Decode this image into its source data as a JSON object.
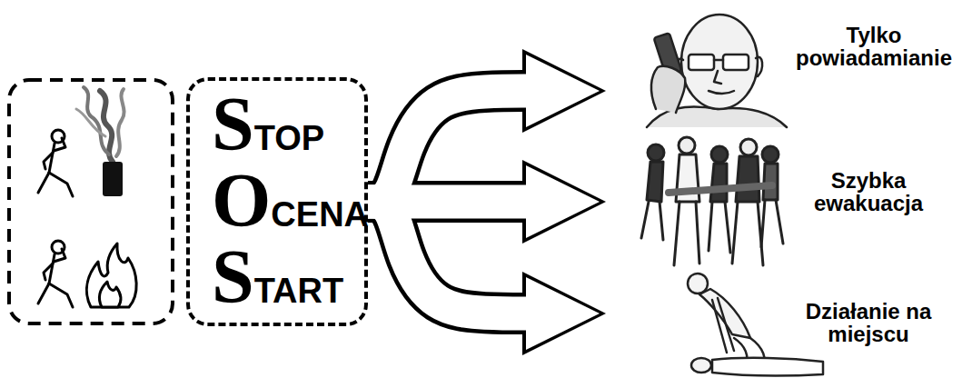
{
  "diagram": {
    "nodes": [
      {
        "text": [
          "STOP",
          "OCENA",
          "START"
        ]
      },
      {
        "text": [
          "Tylko powiadamianie"
        ]
      },
      {
        "text": [
          "Szybka ewakuacja"
        ]
      },
      {
        "text": [
          "Działanie na miejscu"
        ]
      }
    ],
    "edges": [
      {
        "from": 0,
        "to": 1,
        "arrow": "to"
      },
      {
        "from": 0,
        "to": 2,
        "arrow": "to"
      },
      {
        "from": 0,
        "to": 3,
        "arrow": "to"
      }
    ]
  }
}
